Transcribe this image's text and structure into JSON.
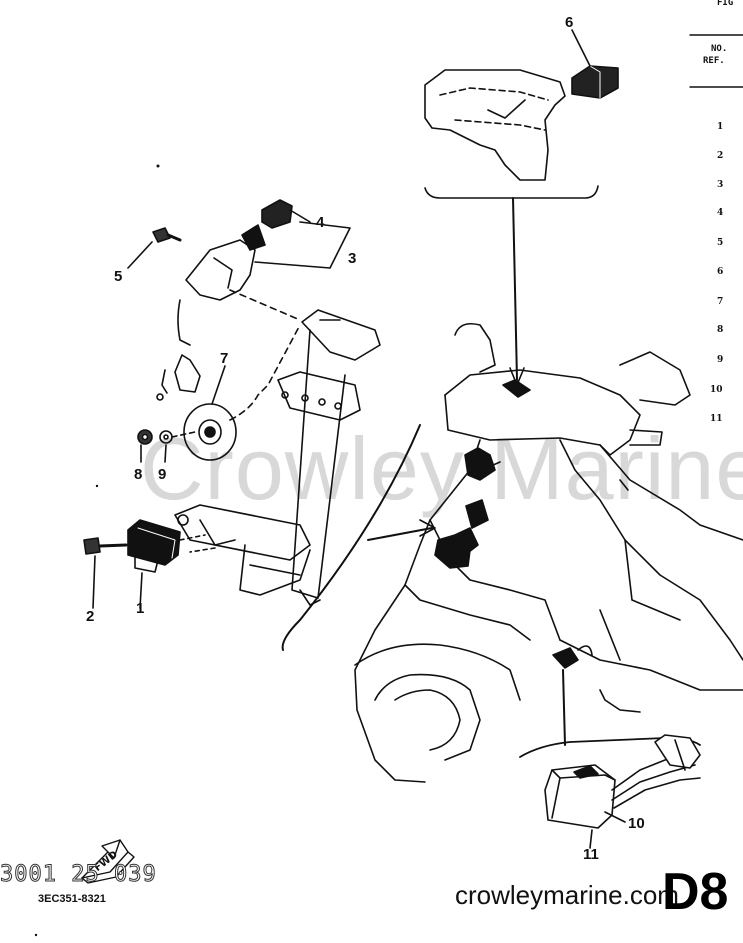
{
  "header": {
    "fig_label": "FIG"
  },
  "ref_column": {
    "line1": "NO.",
    "line2": "REF.",
    "numbers": [
      "1",
      "2",
      "3",
      "4",
      "5",
      "6",
      "7",
      "8",
      "9",
      "10",
      "11"
    ]
  },
  "callouts": [
    {
      "id": "1",
      "text": "1"
    },
    {
      "id": "2",
      "text": "2"
    },
    {
      "id": "3",
      "text": "3"
    },
    {
      "id": "4",
      "text": "4"
    },
    {
      "id": "5",
      "text": "5"
    },
    {
      "id": "6",
      "text": "6"
    },
    {
      "id": "7",
      "text": "7"
    },
    {
      "id": "8",
      "text": "8"
    },
    {
      "id": "9",
      "text": "9"
    },
    {
      "id": "10",
      "text": "10"
    },
    {
      "id": "11",
      "text": "11"
    }
  ],
  "arrow_label": "FWD",
  "drawing_number": "3001 25 039",
  "part_code": "3EC351-8321",
  "watermark": "Crowley Marine",
  "site": "crowleymarine.com",
  "page_code": "D8"
}
